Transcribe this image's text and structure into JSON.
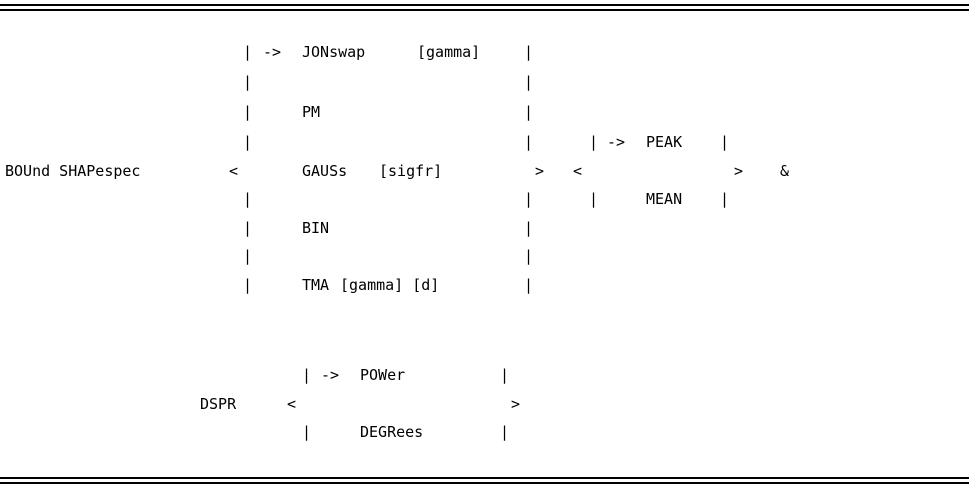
{
  "command": {
    "keyword": "BOUnd SHAPespec",
    "open": "<",
    "close": ">",
    "bar": "|",
    "spectrum_options": [
      {
        "name": "JONswap",
        "param": "[gamma]",
        "marker": "->"
      },
      {
        "name": "PM"
      },
      {
        "name": "GAUSs",
        "param": "[sigfr]"
      },
      {
        "name": "BIN"
      },
      {
        "name": "TMA",
        "param": "[gamma] [d]"
      }
    ],
    "period_options": [
      {
        "name": "PEAK",
        "marker": "->"
      },
      {
        "name": "MEAN"
      }
    ],
    "continuation": "&"
  },
  "dspr": {
    "keyword": "DSPR",
    "open": "<",
    "close": ">",
    "bar": "|",
    "options": [
      {
        "name": "POWer",
        "marker": "->"
      },
      {
        "name": "DEGRees"
      }
    ]
  }
}
